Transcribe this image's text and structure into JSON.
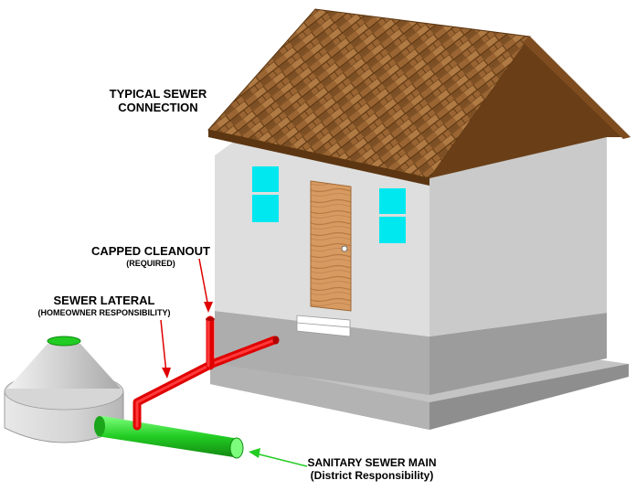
{
  "title": {
    "line1": "TYPICAL SEWER",
    "line2": "CONNECTION"
  },
  "labels": {
    "cleanout": {
      "main": "CAPPED CLEANOUT",
      "sub": "(REQUIRED)"
    },
    "lateral": {
      "main": "SEWER LATERAL",
      "sub": "(HOMEOWNER RESPONSIBILITY)"
    },
    "main_line": {
      "main": "SANITARY SEWER MAIN",
      "sub": "(District Responsibility)"
    }
  },
  "colors": {
    "lateral_pipe": "#e00000",
    "main_pipe": "#22cc22",
    "window": "#00e5ee",
    "roof": "#8b5a2b",
    "door": "#d9a06a",
    "wall_front": "#dcdcdc",
    "wall_side": "#c8c8c8",
    "foundation": "#a8a8a8"
  }
}
